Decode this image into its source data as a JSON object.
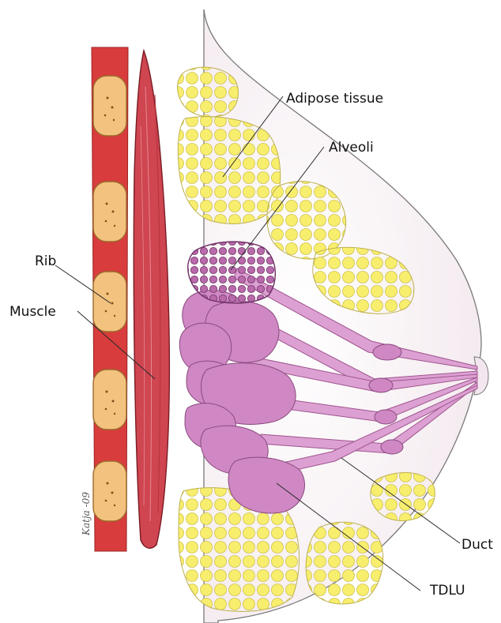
{
  "diagram": {
    "labels": {
      "adipose": "Adipose tissue",
      "alveoli": "Alveoli",
      "rib": "Rib",
      "muscle": "Muscle",
      "duct": "Duct",
      "tdlu": "TDLU"
    },
    "signature": "Katja -09"
  },
  "colors": {
    "rib_band": "#d83c3c",
    "rib_bone": "#f3c27e",
    "muscle": "#cf4550",
    "fat": "#f6ea62",
    "lobule": "#cf88c4",
    "alveoli": "#a65e9a",
    "duct": "#dca0d2",
    "outline": "#555555"
  }
}
